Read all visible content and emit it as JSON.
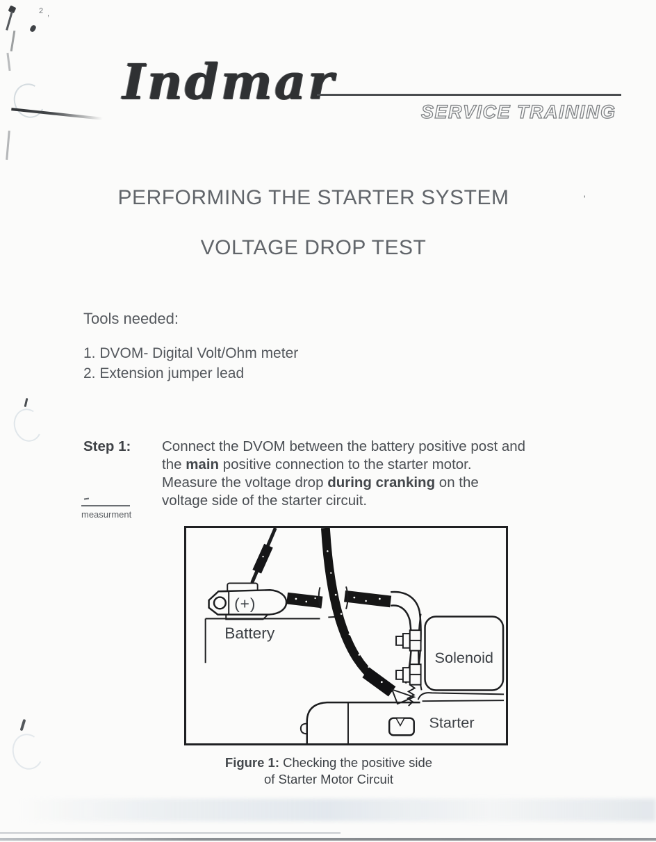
{
  "header": {
    "brand": "Indmar",
    "subtitle": "SERVICE TRAINING"
  },
  "title": {
    "line1": "PERFORMING THE STARTER SYSTEM",
    "line2": "VOLTAGE DROP TEST"
  },
  "tools": {
    "heading": "Tools needed:",
    "items": [
      "1. DVOM- Digital Volt/Ohm meter",
      "2. Extension jumper lead"
    ]
  },
  "step1": {
    "label": "Step 1:",
    "l1": "Connect the DVOM between the battery positive post and",
    "l2a": "the ",
    "l2b": "main",
    "l2c": " positive connection to the starter motor.",
    "l3a": "Measure the voltage drop ",
    "l3b": "during cranking",
    "l3c": " on the",
    "l4": "voltage side of the starter circuit."
  },
  "margin_note": {
    "label": "measurment"
  },
  "figure": {
    "labels": {
      "terminal": "(+)",
      "battery": "Battery",
      "solenoid": "Solenoid",
      "starter": "Starter"
    },
    "caption": {
      "bold": "Figure 1:",
      "rest": " Checking the positive side",
      "line2": "of Starter Motor Circuit"
    }
  },
  "artifacts": {
    "stray1": "2",
    "stray2": ",",
    "stray3": "'"
  },
  "colors": {
    "paper": "#fbfbfa",
    "logo_ink": "#2f3133",
    "body_text": "#4c5055",
    "figure_line": "#1c1d1f"
  }
}
